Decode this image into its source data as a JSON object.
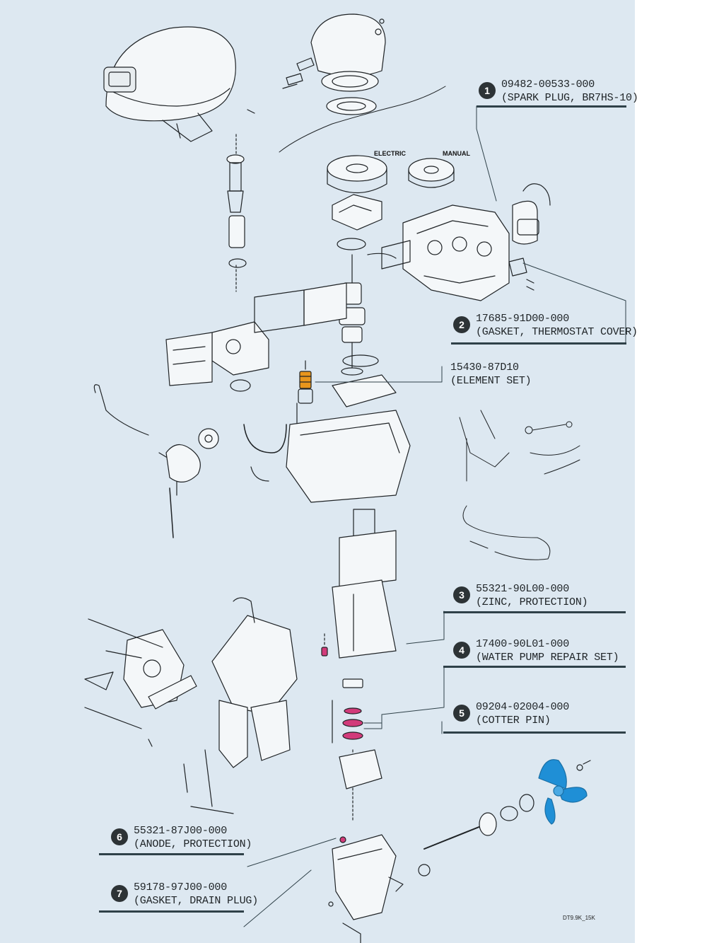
{
  "labels": {
    "electric": "ELECTRIC",
    "manual": "MANUAL",
    "drawing_code": "DT9.9K_15K"
  },
  "callouts": [
    {
      "num": "1",
      "part_number": "09482-00533-000",
      "description": "(SPARK PLUG, BR7HS-10)"
    },
    {
      "num": "2",
      "part_number": "17685-91D00-000",
      "description": "(GASKET, THERMOSTAT COVER)"
    },
    {
      "num": "",
      "part_number": "15430-87D10",
      "description": "(ELEMENT SET)"
    },
    {
      "num": "3",
      "part_number": "55321-90L00-000",
      "description": "(ZINC, PROTECTION)"
    },
    {
      "num": "4",
      "part_number": "17400-90L01-000",
      "description": "(WATER PUMP REPAIR SET)"
    },
    {
      "num": "5",
      "part_number": "09204-02004-000",
      "description": "(COTTER PIN)"
    },
    {
      "num": "6",
      "part_number": "55321-87J00-000",
      "description": "(ANODE, PROTECTION)"
    },
    {
      "num": "7",
      "part_number": "59178-97J00-000",
      "description": "(GASKET, DRAIN PLUG)"
    }
  ],
  "colors": {
    "background": "#dde8f1",
    "rule": "#2f4149",
    "badge": "#2d3336",
    "highlight_magenta": "#d23b7a",
    "highlight_orange": "#e8951c",
    "highlight_blue": "#1f8fd6"
  }
}
